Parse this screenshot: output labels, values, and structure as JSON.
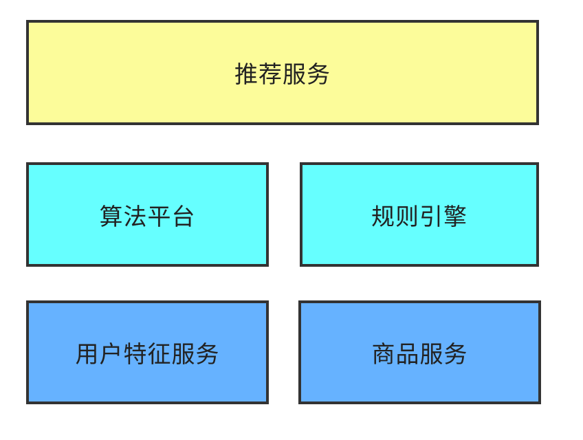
{
  "colors": {
    "top_layer": "#FCFC9A",
    "middle_layer": "#66FFFF",
    "bottom_layer": "#66B2FF",
    "border": "#333333",
    "text": "#222222"
  },
  "layers": {
    "top": {
      "recommend_service": "推荐服务"
    },
    "middle": {
      "algorithm_platform": "算法平台",
      "rule_engine": "规则引擎"
    },
    "bottom": {
      "user_feature_service": "用户特征服务",
      "product_service": "商品服务"
    }
  }
}
